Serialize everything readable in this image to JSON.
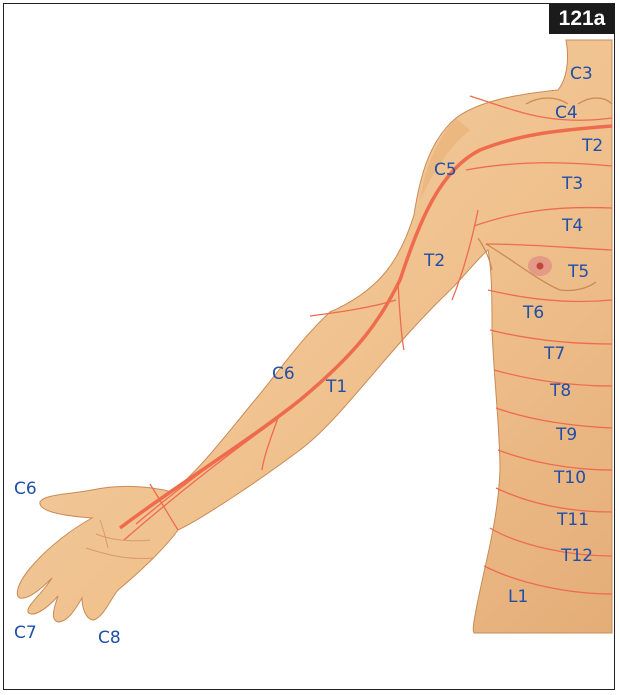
{
  "figure_id": "121a",
  "colors": {
    "skin": "#f2c794",
    "skin_shadow": "#e3a56f",
    "dermatome_line": "#ef6b4d",
    "label": "#1f4fa8"
  },
  "labels": {
    "c3": "C3",
    "c4": "C4",
    "t2_chest": "T2",
    "c5": "C5",
    "t3": "T3",
    "t4": "T4",
    "t2_arm": "T2",
    "t5": "T5",
    "t6": "T6",
    "c6_arm": "C6",
    "t1": "T1",
    "t7": "T7",
    "t8": "T8",
    "t9": "T9",
    "t10": "T10",
    "c6_thumb": "C6",
    "t11": "T11",
    "t12": "T12",
    "l1": "L1",
    "c7": "C7",
    "c8": "C8"
  }
}
